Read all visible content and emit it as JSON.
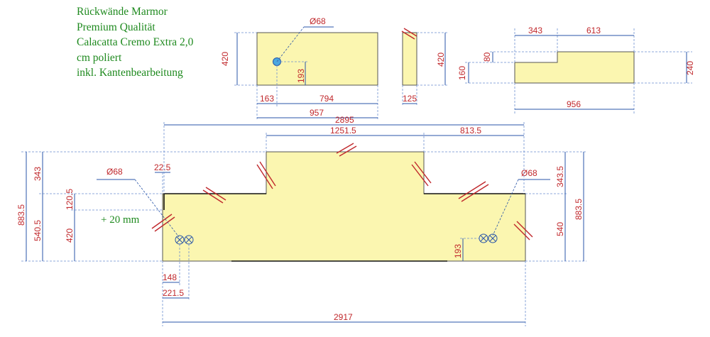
{
  "title": {
    "lines": [
      "Rückwände Marmor",
      "Premium Qualität",
      "Calacatta Cremo Extra 2,0",
      "cm poliert",
      "inkl. Kantenbearbeitung"
    ]
  },
  "note": "+ 20 mm",
  "colors": {
    "plate_fill": "#fbf6b0",
    "dimension_text": "#c0282c",
    "dimension_line": "#2a56a8",
    "title_text": "#1f8a1f"
  },
  "part1": {
    "hole": "Ø68",
    "height": "420",
    "hole_h": "193",
    "left": "163",
    "right": "794",
    "total": "957"
  },
  "part2": {
    "height": "420",
    "width": "125"
  },
  "part3": {
    "w1": "343",
    "w2": "613",
    "step": "80",
    "h_left": "160",
    "h_right": "240",
    "total": "956"
  },
  "main": {
    "top_total": "2895",
    "top_mid": "1251.5",
    "top_right": "813.5",
    "hole_left": "Ø68",
    "hole_right": "Ø68",
    "offset_small": "22.5",
    "left_h_total": "883.5",
    "left_h_top": "343",
    "left_h_low": "540.5",
    "left_step": "120.5",
    "left_420": "420",
    "right_h_top": "343.5",
    "right_h_total": "883.5",
    "right_540": "540",
    "right_193": "193",
    "bottom_148": "148",
    "bottom_2215": "221.5",
    "bottom_total": "2917"
  }
}
